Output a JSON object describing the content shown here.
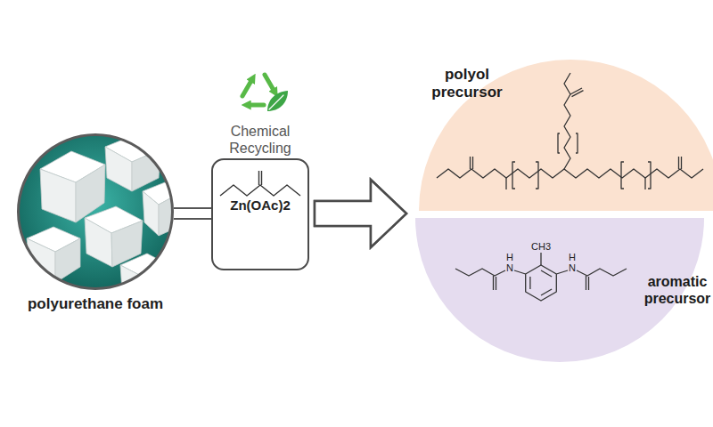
{
  "diagram": {
    "nodes": [
      {
        "text": [
          "polyurethane foam"
        ]
      },
      {
        "text": [
          "Chemical Recycling",
          "Zn(OAc)2"
        ]
      },
      {
        "text": [
          "polyol precursor"
        ]
      },
      {
        "text": [
          "aromatic precursor"
        ]
      }
    ],
    "edges": [
      {
        "from": 0,
        "to": 1,
        "arrow": "none"
      },
      {
        "from": 1,
        "to": 2,
        "arrow": "to"
      },
      {
        "from": 1,
        "to": 3,
        "arrow": "to"
      }
    ],
    "labels": [
      "H",
      "N",
      "CH3",
      "N",
      "H"
    ]
  }
}
